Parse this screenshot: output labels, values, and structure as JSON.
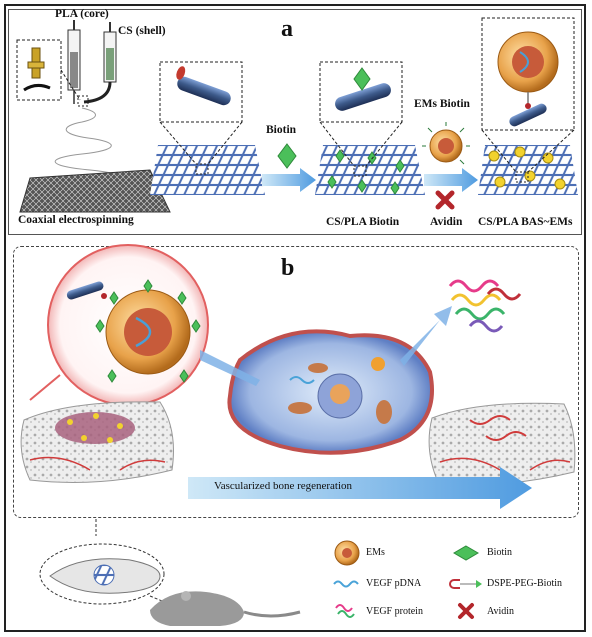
{
  "panel_a": {
    "letter": "a",
    "pla_core": "PLA (core)",
    "cs_shell": "CS (shell)",
    "coaxial": "Coaxial electrospinning",
    "biotin": "Biotin",
    "cs_pla_biotin": "CS/PLA Biotin",
    "ems_biotin": "EMs Biotin",
    "avidin": "Avidin",
    "cs_pla_bas": "CS/PLA BAS~EMs"
  },
  "panel_b": {
    "letter": "b",
    "arrow_text": "Vascularized bone regeneration"
  },
  "legend": {
    "ems": "EMs",
    "biotin": "Biotin",
    "vegf_pdna": "VEGF pDNA",
    "dspe": "DSPE-PEG-Biotin",
    "vegf_protein": "VEGF protein",
    "avidin": "Avidin"
  },
  "colors": {
    "fiber_blue": "#3d5a8a",
    "mesh_blue": "#5a7ab8",
    "biotin_green": "#4bbf5a",
    "avidin_red": "#b3262b",
    "ems_orange": "#e8a24a",
    "arrow_blue": "#8fc7e8",
    "cell_red": "#c0504d"
  }
}
